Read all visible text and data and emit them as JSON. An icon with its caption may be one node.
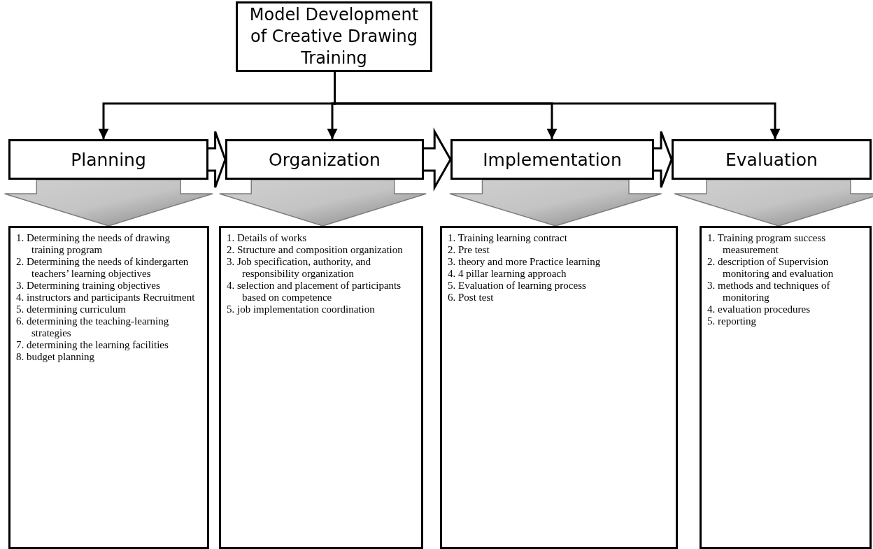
{
  "diagram": {
    "nodes": [
      {
        "text": [
          "Model Development of Creative Drawing Training"
        ]
      },
      {
        "text": [
          "Planning"
        ]
      },
      {
        "text": [
          "Organization"
        ]
      },
      {
        "text": [
          "Implementation"
        ]
      },
      {
        "text": [
          "Evaluation"
        ]
      },
      {
        "text": [
          "1. Determining the needs of drawing training program",
          "2. Determining the needs of kindergarten teachers’ learning objectives",
          "3. Determining training objectives",
          "4. instructors and participants Recruitment",
          "5. determining curriculum",
          "6. determining the teaching-learning strategies",
          "7. determining the learning facilities",
          "8. budget planning"
        ]
      },
      {
        "text": [
          "1. Details of works",
          "2. Structure and composition organization",
          "3. Job specification, authority, and responsibility organization",
          "4. selection and placement of participants based on competence",
          "5. job implementation coordination"
        ]
      },
      {
        "text": [
          "1. Training learning contract",
          "2. Pre test",
          "3. theory and more Practice learning",
          "4. 4 pillar learning approach",
          "5. Evaluation of learning process",
          "6. Post test"
        ]
      },
      {
        "text": [
          "1. Training program success measurement",
          "2. description of Supervision monitoring and evaluation",
          "3. methods and techniques of monitoring",
          "4. evaluation procedures",
          "5. reporting"
        ]
      }
    ],
    "edges": [
      {
        "from": 0,
        "to": 1,
        "arrow": "to"
      },
      {
        "from": 0,
        "to": 2,
        "arrow": "to"
      },
      {
        "from": 0,
        "to": 3,
        "arrow": "to"
      },
      {
        "from": 0,
        "to": 4,
        "arrow": "to"
      },
      {
        "from": 1,
        "to": 2,
        "arrow": "to",
        "style": "thick"
      },
      {
        "from": 2,
        "to": 3,
        "arrow": "to",
        "style": "thick"
      },
      {
        "from": 3,
        "to": 4,
        "arrow": "to",
        "style": "thick"
      },
      {
        "from": 1,
        "to": 5,
        "arrow": "to",
        "style": "thick",
        "color": "#c0c0c0"
      },
      {
        "from": 2,
        "to": 6,
        "arrow": "to",
        "style": "thick",
        "color": "#c0c0c0"
      },
      {
        "from": 3,
        "to": 7,
        "arrow": "to",
        "style": "thick",
        "color": "#c0c0c0"
      },
      {
        "from": 4,
        "to": 8,
        "arrow": "to",
        "style": "thick",
        "color": "#c0c0c0"
      }
    ]
  }
}
